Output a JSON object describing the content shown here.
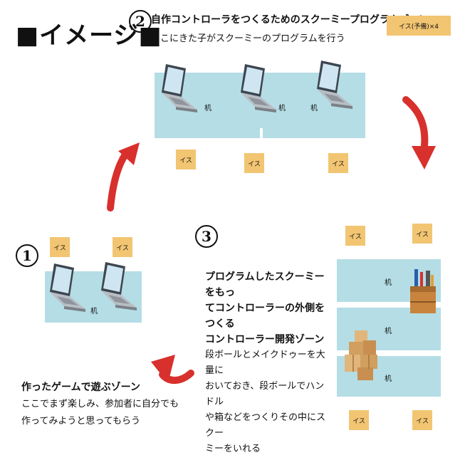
{
  "title": "■イメージ■",
  "zone2": {
    "number": "2",
    "heading": "自作コントローラをつくるためのスクーミープログラムゾーン",
    "subtext": "ここにきた子がスクーミーのプログラムを行う",
    "chair_note": "イス(予備)×4",
    "desk_label": "机",
    "chair_label": "イス"
  },
  "zone3": {
    "number": "3",
    "heading_lines": [
      "プログラムしたスクーミーをもっ",
      "てコントローラーの外側をつくる",
      "コントローラー開発ゾーン"
    ],
    "body_lines": [
      "段ボールとメイクドゥーを大量に",
      "おいておき、段ボールでハンドル",
      "や箱などをつくりその中にスクー",
      "ミーをいれる"
    ],
    "desk_label": "机",
    "chair_label": "イス"
  },
  "zone1": {
    "number": "1",
    "heading": "作ったゲームで遊ぶゾーン",
    "body_lines": [
      "ここでまず楽しみ、参加者に自分でも",
      "作ってみようと思ってもらう"
    ],
    "desk_label": "机",
    "chair_label": "イス"
  },
  "colors": {
    "desk": "#b5dde5",
    "chair": "#f2c572",
    "arrow": "#d8302c"
  },
  "icons": [
    "laptop-icon",
    "toolbox-icon",
    "cardboard-boxes-icon",
    "curved-arrow-icon"
  ]
}
